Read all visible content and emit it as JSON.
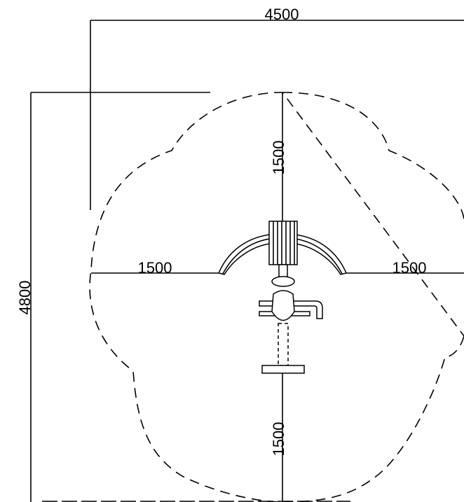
{
  "dimensions": {
    "overall_width": "4500",
    "overall_height": "4800",
    "radius_top": "1500",
    "radius_left": "1500",
    "radius_right": "1500",
    "radius_bottom": "1500"
  },
  "colors": {
    "line": "#000000",
    "background": "#ffffff"
  }
}
